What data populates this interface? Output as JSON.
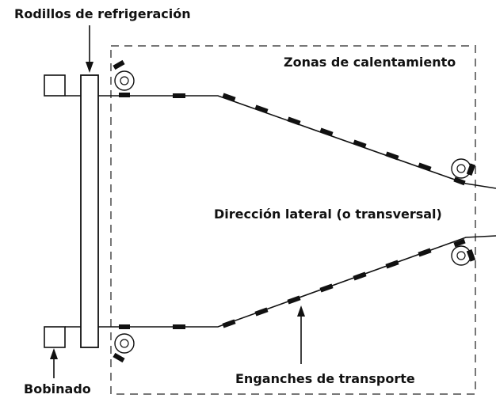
{
  "labels": {
    "cooling_rollers": "Rodillos de refrigeración",
    "heating_zones": "Zonas de calentamiento",
    "lateral_direction": "Dirección lateral (o transversal)",
    "transport_clips": "Enganches de transporte",
    "winding": "Bobinado"
  },
  "colors": {
    "line": "#111111",
    "dashed_border": "#777777",
    "background": "#ffffff"
  },
  "icons": {
    "roller": "roller-icon"
  }
}
